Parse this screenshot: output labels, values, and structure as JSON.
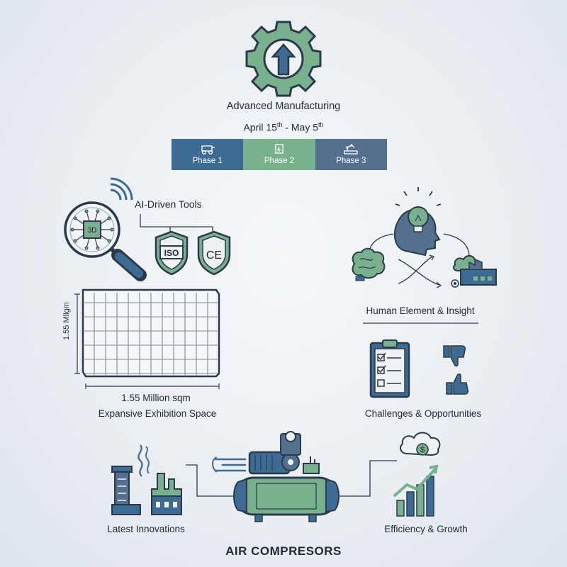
{
  "header": {
    "title": "Advanced Manufacturing",
    "date_start": "April 15",
    "date_start_sup": "th",
    "date_sep": " - May 5",
    "date_end_sup": "th"
  },
  "phases": [
    {
      "label": "Phase 1",
      "color": "#3e6b93",
      "icon": "machine-icon"
    },
    {
      "label": "Phase 2",
      "color": "#79b08e",
      "icon": "document-icon"
    },
    {
      "label": "Phase 3",
      "color": "#55708f",
      "icon": "robot-arm-icon"
    }
  ],
  "left": {
    "ai_tools": "AI-Driven Tools",
    "iso_badge": "ISO",
    "ce_badge": "CE",
    "chip_text": "3D",
    "side_dimension": "1.55 Mllgm",
    "bottom_dimension": "1.55 Million sqm",
    "space_label": "Expansive Exhibition Space"
  },
  "right": {
    "human": "Human Element & Insight",
    "challenges": "Challenges & Opportunities",
    "efficiency": "Efficiency & Growth",
    "dollar": "$"
  },
  "bottom": {
    "innovations": "Latest Innovations",
    "title": "AIR COMPRESORS"
  },
  "colors": {
    "green": "#79b08e",
    "blue": "#3e6b93",
    "slate": "#55708f",
    "dark": "#1f2a36"
  }
}
